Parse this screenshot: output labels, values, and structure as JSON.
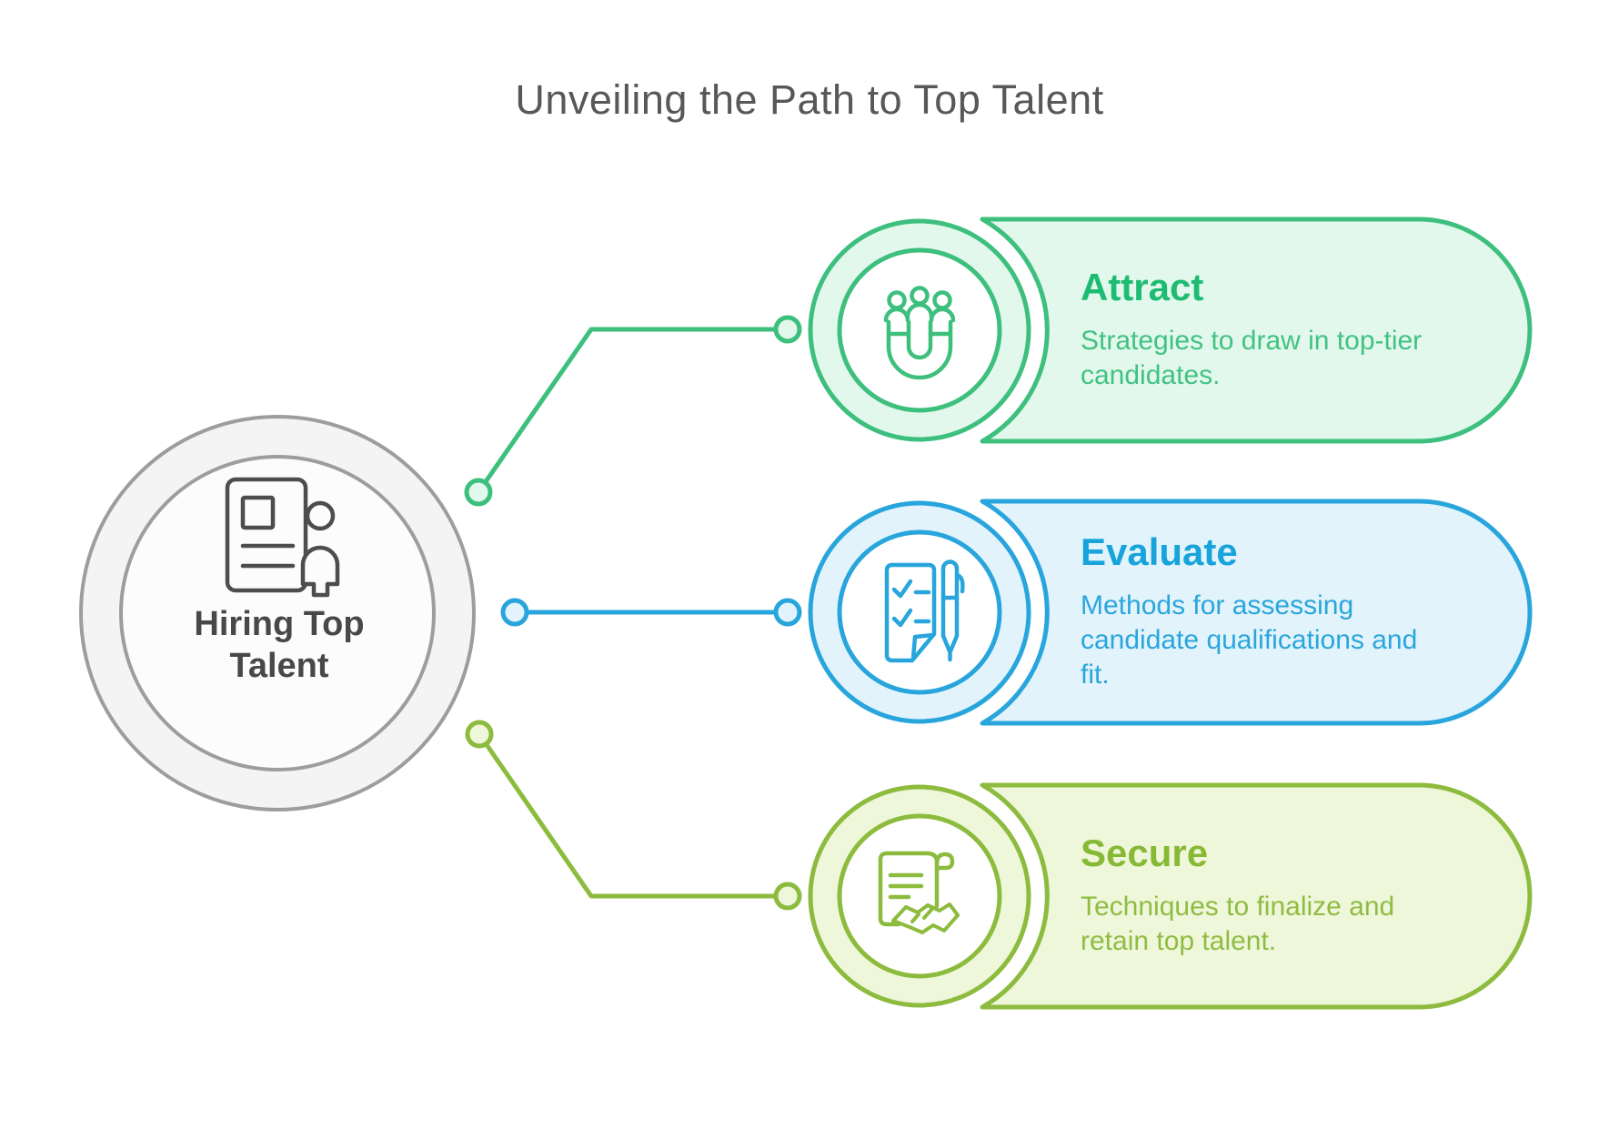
{
  "page": {
    "title": "Unveiling the Path to Top Talent",
    "background_color": "#ffffff",
    "title_color": "#58585b"
  },
  "center": {
    "label": "Hiring Top Talent",
    "label_lines": [
      "Hiring Top",
      "Talent"
    ],
    "icon": "resume-profile-icon",
    "ring_stroke_color": "#9d9d9d",
    "ring_fill_color": "#f4f4f4",
    "icon_color": "#4d4d50",
    "label_color": "#48484a"
  },
  "items": [
    {
      "id": "attract",
      "title": "Attract",
      "description": "Strategies to draw in top-tier candidates.",
      "desc_lines": [
        "Strategies to draw in top-tier",
        "candidates."
      ],
      "icon": "magnet-attracting-people-icon",
      "accent_color": "#3dbf7d",
      "pill_fill_color": "#e3f8ec",
      "title_color": "#1ebc73",
      "body_color": "#41c282"
    },
    {
      "id": "evaluate",
      "title": "Evaluate",
      "description": "Methods for assessing candidate qualifications and fit.",
      "desc_lines": [
        "Methods for assessing",
        "candidate qualifications and",
        "fit."
      ],
      "icon": "checklist-pen-icon",
      "accent_color": "#28a5dc",
      "pill_fill_color": "#e2f3fb",
      "title_color": "#17a3db",
      "body_color": "#2aa6dd"
    },
    {
      "id": "secure",
      "title": "Secure",
      "description": "Techniques to finalize and retain top talent.",
      "desc_lines": [
        "Techniques to finalize and",
        "retain top talent."
      ],
      "icon": "scroll-handshake-icon",
      "accent_color": "#8dbb3e",
      "pill_fill_color": "#eff7da",
      "title_color": "#88b935",
      "body_color": "#8fbc42"
    }
  ]
}
